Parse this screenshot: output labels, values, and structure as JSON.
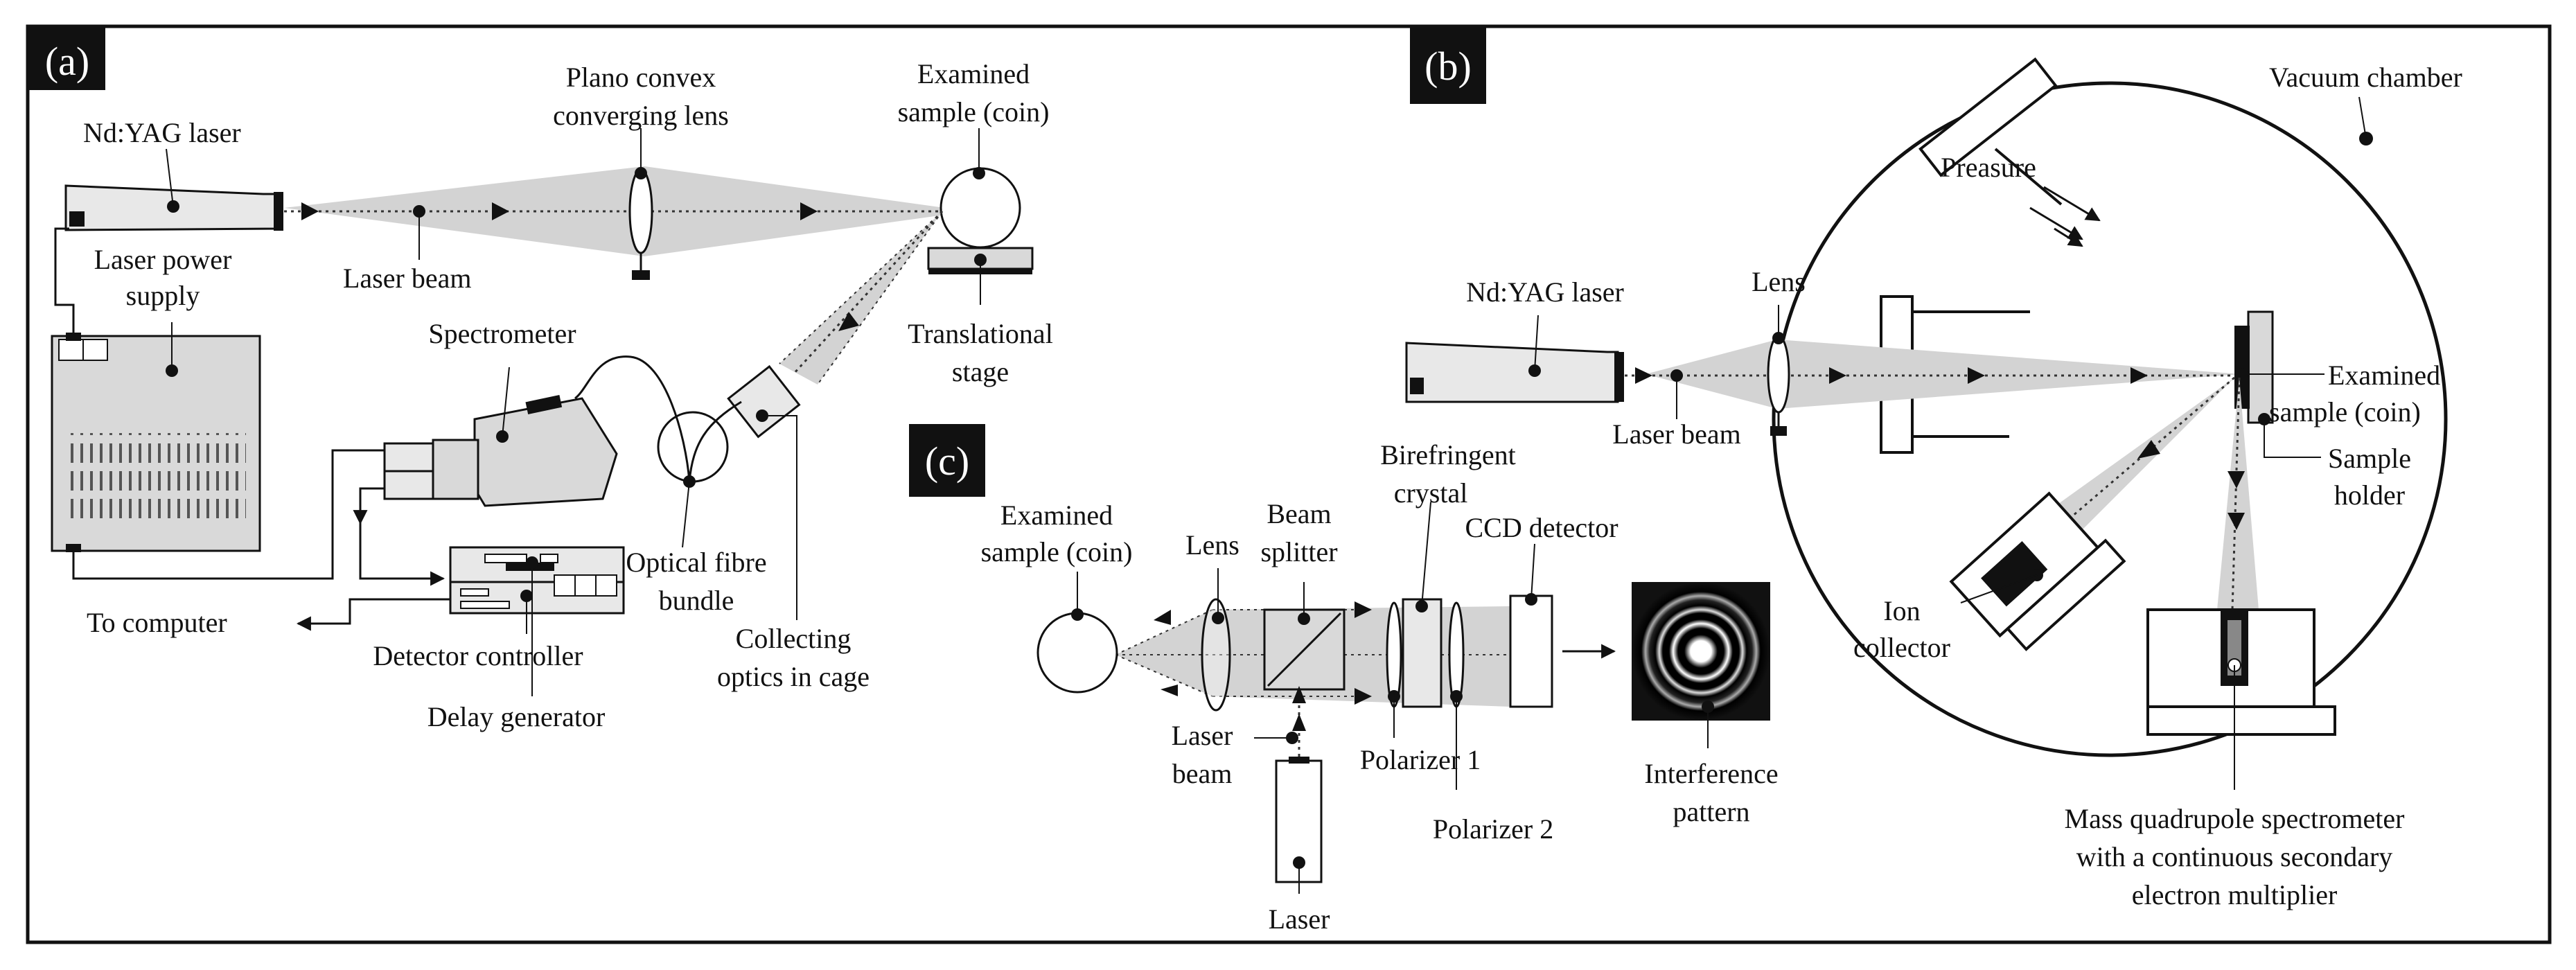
{
  "panels": {
    "a": {
      "tag": "(a)",
      "nd_yag_laser": "Nd:YAG laser",
      "plano_convex_1": "Plano convex",
      "plano_convex_2": "converging lens",
      "examined_1": "Examined",
      "examined_2": "sample (coin)",
      "laser_beam": "Laser beam",
      "laser_power_1": "Laser power",
      "laser_power_2": "supply",
      "translational_1": "Translational",
      "translational_2": "stage",
      "spectrometer": "Spectrometer",
      "optical_fibre_1": "Optical fibre",
      "optical_fibre_2": "bundle",
      "collecting_1": "Collecting",
      "collecting_2": "optics in cage",
      "to_computer": "To computer",
      "detector_controller": "Detector controller",
      "delay_generator": "Delay generator"
    },
    "b": {
      "tag": "(b)",
      "vacuum_chamber": "Vacuum chamber",
      "preasure": "Preasure",
      "nd_yag_laser": "Nd:YAG laser",
      "lens": "Lens",
      "laser_beam": "Laser beam",
      "examined_1": "Examined",
      "examined_2": "sample (coin)",
      "sample_holder_1": "Sample",
      "sample_holder_2": "holder",
      "ion_collector_1": "Ion",
      "ion_collector_2": "collector",
      "mass_1": "Mass quadrupole spectrometer",
      "mass_2": "with a continuous secondary",
      "mass_3": "electron multiplier"
    },
    "c": {
      "tag": "(c)",
      "examined_1": "Examined",
      "examined_2": "sample (coin)",
      "lens": "Lens",
      "beam_splitter_1": "Beam",
      "beam_splitter_2": "splitter",
      "birefringent_1": "Birefringent",
      "birefringent_2": "crystal",
      "ccd_detector": "CCD detector",
      "laser_beam_1": "Laser",
      "laser_beam_2": "beam",
      "polarizer_1": "Polarizer 1",
      "polarizer_2": "Polarizer 2",
      "interference_1": "Interference",
      "interference_2": "pattern",
      "laser": "Laser"
    }
  }
}
